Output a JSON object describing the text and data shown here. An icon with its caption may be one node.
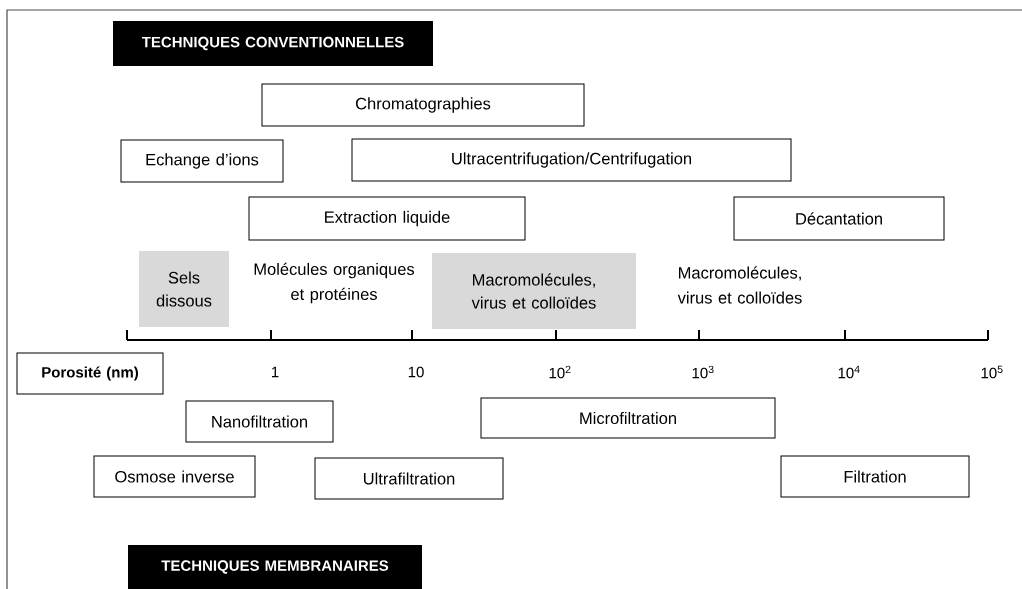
{
  "diagram": {
    "nodes": [
      {
        "text": [
          "TECHNIQUES CONVENTIONNELLES"
        ]
      },
      {
        "text": [
          "Chromatographies"
        ]
      },
      {
        "text": [
          "Echange d’ions"
        ]
      },
      {
        "text": [
          "Ultracentrifugation/Centrifugation"
        ]
      },
      {
        "text": [
          "Extraction liquide"
        ]
      },
      {
        "text": [
          "Décantation"
        ]
      },
      {
        "text": [
          "Sels dissous"
        ]
      },
      {
        "text": [
          "Macromolécules, virus et colloïdes"
        ]
      },
      {
        "text": [
          "Porosité (nm)"
        ]
      },
      {
        "text": [
          "Nanofiltration"
        ]
      },
      {
        "text": [
          "Microfiltration"
        ]
      },
      {
        "text": [
          "Osmose inverse"
        ]
      },
      {
        "text": [
          "Ultrafiltration"
        ]
      },
      {
        "text": [
          "Filtration"
        ]
      },
      {
        "text": [
          "TECHNIQUES MEMBRANAIRES"
        ]
      }
    ],
    "labels": [
      "Molécules organiques et protéines",
      "Macromolécules, virus et colloïdes",
      "1",
      "10",
      "10$^{2}$",
      "10$^{3}$",
      "10$^{4}$",
      "10$^{5}$"
    ]
  }
}
